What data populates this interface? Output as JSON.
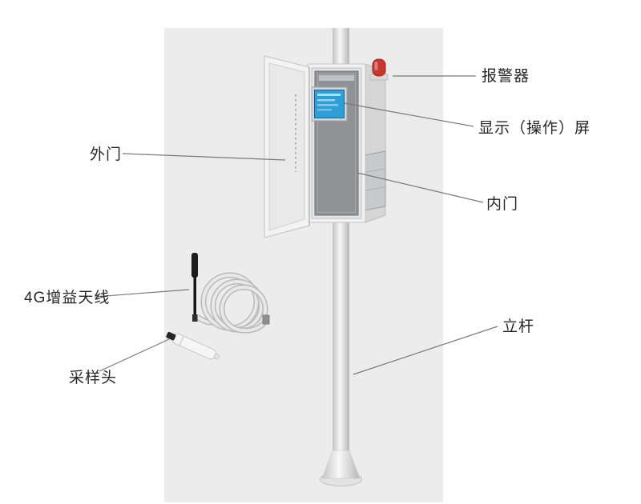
{
  "diagram": {
    "labels": {
      "alarm": "报警器",
      "display_screen": "显示（操作）屏",
      "outer_door": "外门",
      "inner_door": "内门",
      "antenna_4g": "4G增益天线",
      "sampling_head": "采样头",
      "pole": "立杆"
    },
    "colors": {
      "background": "#ffffff",
      "panel": "#ececec",
      "alarm_red": "#c8372d",
      "screen_blue": "#2e9fd6",
      "leader_line": "#7a7a7a",
      "label_text": "#262626"
    }
  }
}
